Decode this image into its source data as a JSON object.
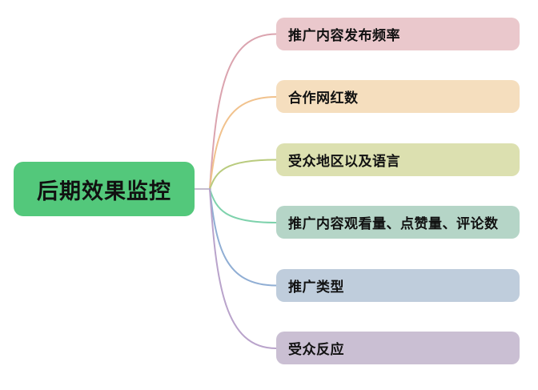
{
  "diagram": {
    "type": "mindmap",
    "background": "#ffffff"
  },
  "root": {
    "label": "后期效果监控",
    "bg": "#53C87B",
    "text_color": "#111111"
  },
  "branches": [
    {
      "label": "推广内容发布频率",
      "bg": "#EAC8CC",
      "line": "#DBA4AF"
    },
    {
      "label": "合作网红数",
      "bg": "#F5DEBE",
      "line": "#F1C28D"
    },
    {
      "label": "受众地区以及语言",
      "bg": "#DCE0B0",
      "line": "#B9CB7E"
    },
    {
      "label": "推广内容观看量、点赞量、评论数",
      "bg": "#B5D5C7",
      "line": "#7ED2AC"
    },
    {
      "label": "推广类型",
      "bg": "#BFCDDC",
      "line": "#90AED4"
    },
    {
      "label": "受众反应",
      "bg": "#CABFD3",
      "line": "#B9A3CB"
    }
  ],
  "connector": {
    "stub_color": "#C4BCCE"
  }
}
